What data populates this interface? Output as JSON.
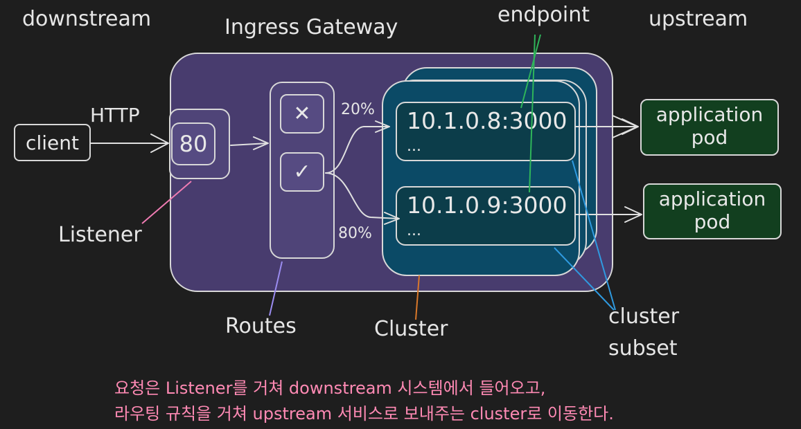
{
  "labels": {
    "downstream": "downstream",
    "upstream": "upstream",
    "gateway_title": "Ingress Gateway",
    "endpoint": "endpoint",
    "protocol": "HTTP",
    "listener": "Listener",
    "routes": "Routes",
    "cluster": "Cluster",
    "cluster_subset_line1": "cluster",
    "cluster_subset_line2": "subset",
    "weight_top": "20%",
    "weight_bottom": "80%"
  },
  "client": {
    "label": "client"
  },
  "listener_port": "80",
  "routes": {
    "reject_symbol": "✕",
    "accept_symbol": "✓"
  },
  "endpoints": [
    {
      "address": "10.1.0.8:3000",
      "more": "..."
    },
    {
      "address": "10.1.0.9:3000",
      "more": "..."
    }
  ],
  "pods": [
    {
      "line1": "application",
      "line2": "pod"
    },
    {
      "line1": "application",
      "line2": "pod"
    }
  ],
  "notes": {
    "line1": "요청은 Listener를 거쳐 downstream 시스템에서 들어오고,",
    "line2": "라우팅 규칙을 거쳐 upstream 서비스로 보내주는 cluster로 이동한다."
  },
  "colors": {
    "background": "#1e1e1e",
    "gateway_fill": "#483c6e",
    "cluster_fill": "#0b4a66",
    "pod_fill": "#123f1f",
    "note_text": "#ff8ab4",
    "listener_pointer": "#f07cb3",
    "routes_pointer": "#9b8cf0",
    "cluster_pointer": "#d9782a",
    "endpoint_pointer": "#2fb55a",
    "subset_pointer": "#2f9ae0"
  }
}
